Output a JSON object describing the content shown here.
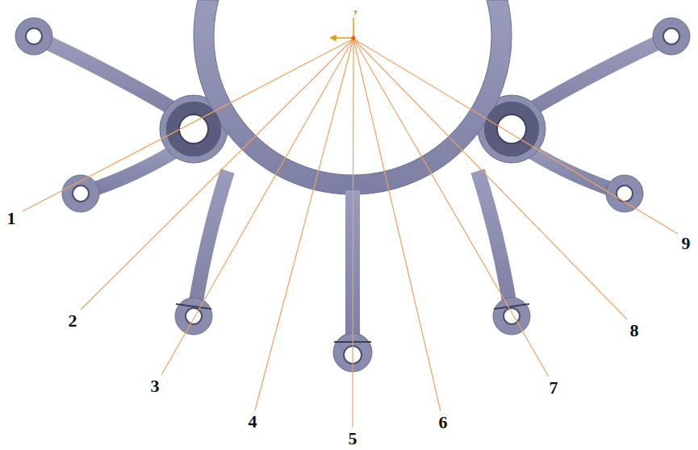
{
  "diagram": {
    "labels": [
      "y",
      "1",
      "2",
      "3",
      "4",
      "5",
      "6",
      "7",
      "8",
      "9"
    ]
  }
}
